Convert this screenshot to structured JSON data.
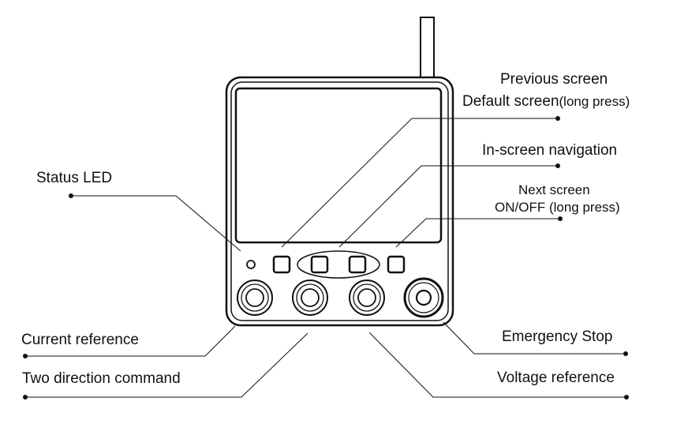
{
  "labels": {
    "previous_screen": "Previous screen",
    "default_screen": "Default screen",
    "default_screen_note": "(long press)",
    "in_screen_navigation": "In-screen navigation",
    "status_led": "Status LED",
    "next_screen": "Next screen",
    "on_off": "ON/OFF (long press)",
    "current_reference": "Current reference",
    "emergency_stop": "Emergency Stop",
    "two_direction_command": "Two direction command",
    "voltage_reference": "Voltage reference"
  }
}
